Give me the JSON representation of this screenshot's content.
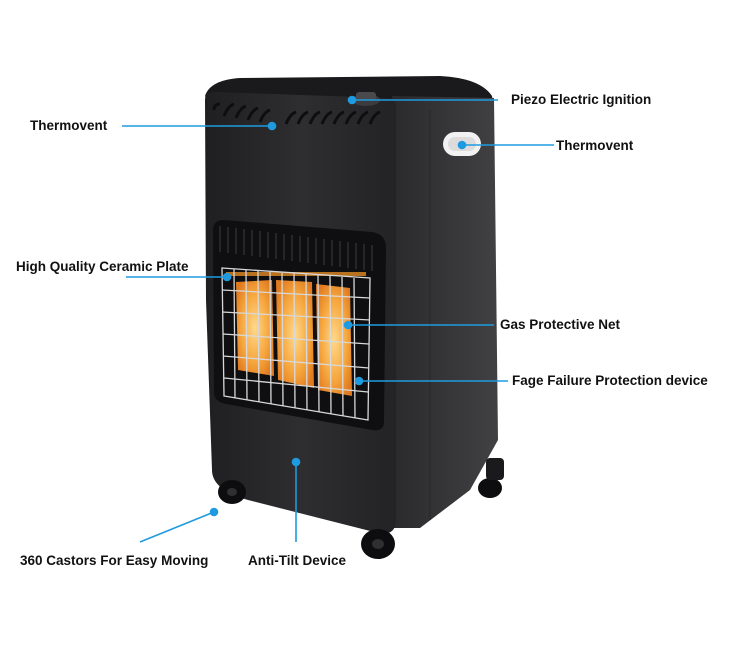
{
  "colors": {
    "body": "#2b2b2d",
    "body_dark": "#1c1c1e",
    "side": "#3a3a3c",
    "ceramic": "#f5a23a",
    "glow": "#ffd27a",
    "grid": "#d8d8d8",
    "leader": "#1e9be0",
    "text": "#111111"
  },
  "labels": {
    "piezo": "Piezo Electric Ignition",
    "thermovent_top": "Thermovent",
    "thermovent_side": "Thermovent",
    "ceramic": "High Quality Ceramic Plate",
    "net": "Gas Protective Net",
    "failure": "Fage Failure Protection device",
    "castors": "360 Castors For Easy Moving",
    "anti_tilt": "Anti-Tilt Device"
  }
}
